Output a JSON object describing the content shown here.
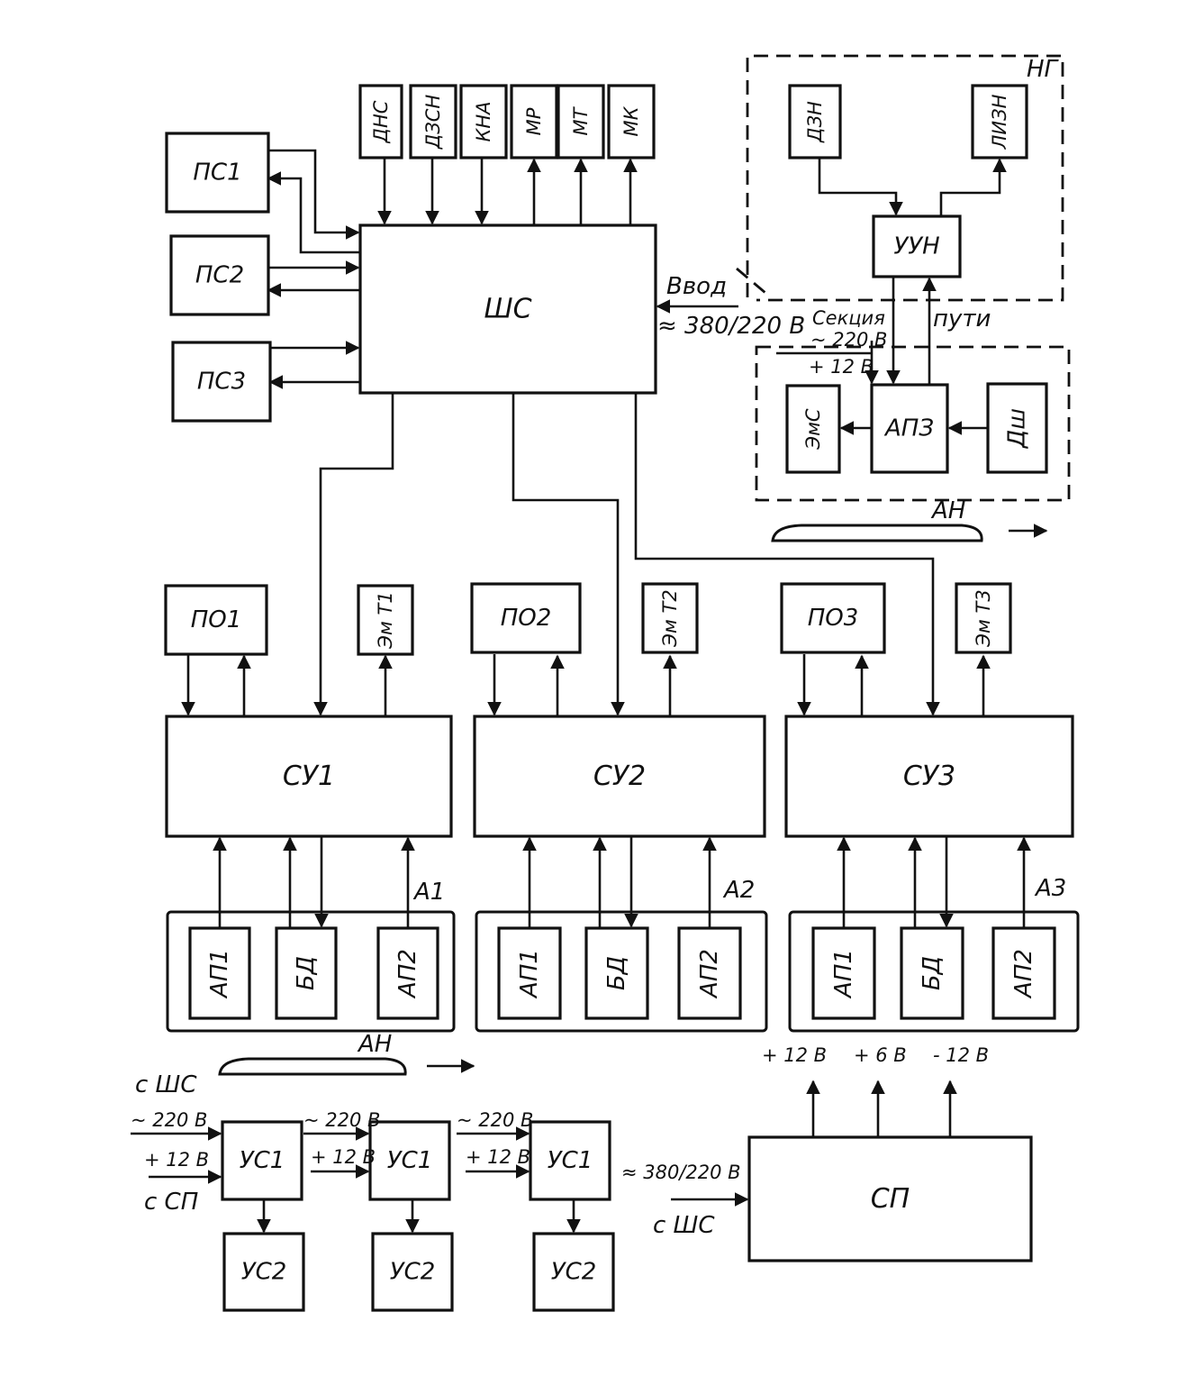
{
  "blocks": {
    "ШС": "ШС",
    "ПС1": "ПС1",
    "ПС2": "ПС2",
    "ПС3": "ПС3",
    "ДНС": "ДНС",
    "ДЗСН": "ДЗСН",
    "КНА": "КНА",
    "МР": "МР",
    "МТ": "МТ",
    "МК": "МК",
    "ДЗН": "ДЗН",
    "ЛИЗН": "ЛИЗН",
    "УУН": "УУН",
    "ЭмС": "ЭмС",
    "АПЗ": "АПЗ",
    "Дш": "Дш",
    "ПО1": "ПО1",
    "ПО2": "ПО2",
    "ПО3": "ПО3",
    "ЭмТ1": "Эм Т1",
    "ЭмТ2": "Эм Т2",
    "ЭмТ3": "Эм Т3",
    "СУ1": "СУ1",
    "СУ2": "СУ2",
    "СУ3": "СУ3",
    "АП1": "АП1",
    "БД": "БД",
    "АП2": "АП2",
    "УС1": "УС1",
    "УС2": "УС2",
    "СП": "СП"
  },
  "groups": {
    "НГ": "НГ",
    "А1": "А1",
    "А2": "А2",
    "А3": "А3",
    "АН": "АН"
  },
  "labels": {
    "vvod": "Ввод",
    "mains": "≈ 380/220 В",
    "section": "Секция",
    "track": "пути",
    "ac220": "~ 220 В",
    "dc12": "+ 12 В",
    "from_shs": "с ШС",
    "from_sp": "с СП",
    "ac220_plain": "~ 220 В",
    "ac220_b": "~ 220 В",
    "dc12_b": "+ 12 В",
    "mains_sp": "≈ 380/220 В",
    "plus12": "+ 12 В",
    "plus6": "+ 6 В",
    "minus12": "- 12 В"
  }
}
